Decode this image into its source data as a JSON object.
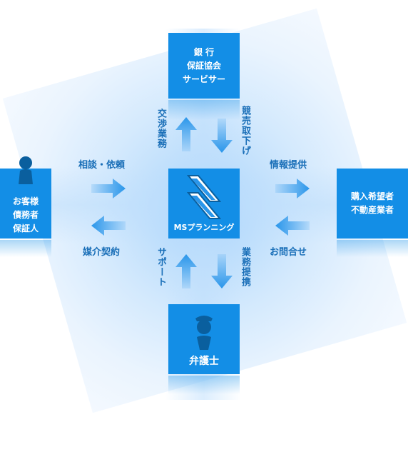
{
  "nodes": {
    "bank": {
      "lines": [
        "銀 行",
        "保証協会",
        "サービサー"
      ]
    },
    "client": {
      "lines": [
        "お客様",
        "債務者",
        "保証人"
      ]
    },
    "buyer": {
      "lines": [
        "購入希望者",
        "不動産業者"
      ]
    },
    "center": {
      "label": "MSプランニング"
    },
    "lawyer": {
      "label": "弁護士"
    }
  },
  "flows": {
    "left_top": "相談・依頼",
    "left_bottom": "媒介契約",
    "right_top": "情報提供",
    "right_bottom": "お問合せ",
    "up_top": "交渉業務",
    "down_top": "競売取下げ",
    "up_bottom": "サポート",
    "down_bottom": "業務提携"
  },
  "colors": {
    "node_fill": "#138ee6",
    "arrow_fill": "#2a96ea",
    "label_text": "#1a6fb8"
  },
  "icons": {
    "client": "person-icon",
    "lawyer": "lawyer-icon",
    "center": "ms-logo-icon"
  }
}
